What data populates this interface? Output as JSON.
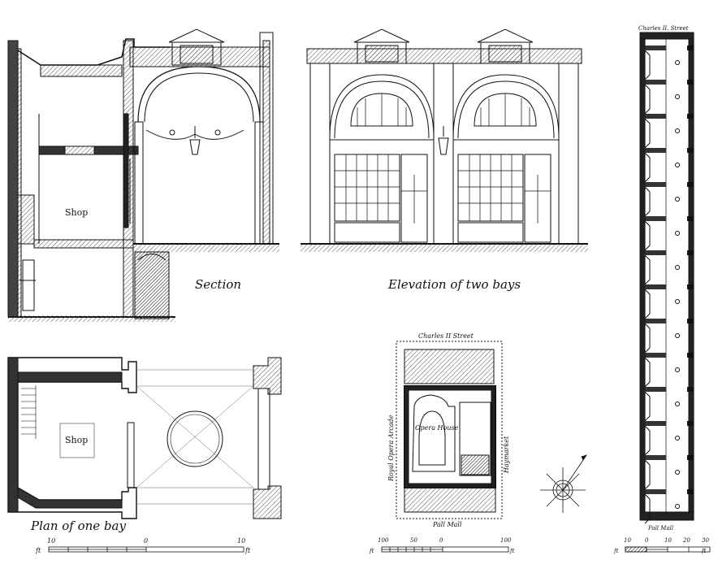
{
  "captions": {
    "section": "Section",
    "elevation": "Elevation of two bays",
    "plan": "Plan of one bay"
  },
  "labels": {
    "shop_section": "Shop",
    "shop_plan": "Shop",
    "opera_house": "Opera House",
    "haymarket": "Haymarket",
    "royal_opera_arcade": "Royal Opera Arcade",
    "charles_st_site": "Charles II Street",
    "pall_mall_site": "Pall Mall",
    "charles_st_long": "Charles II. Street",
    "pall_mall_long": "Pall Mall"
  },
  "scales": {
    "plan_bay": {
      "unit": "ft",
      "ticks": [
        "10",
        "0",
        "10"
      ],
      "end_unit": "ft"
    },
    "site": {
      "unit": "ft",
      "ticks": [
        "100",
        "50",
        "0",
        "100"
      ],
      "end_unit": "ft"
    },
    "arcade": {
      "unit": "ft",
      "ticks": [
        "10",
        "0",
        "10",
        "20",
        "30"
      ],
      "end_unit": "ft"
    }
  },
  "colors": {
    "ink": "#111111",
    "hatch": "#555555",
    "paper": "#ffffff"
  }
}
